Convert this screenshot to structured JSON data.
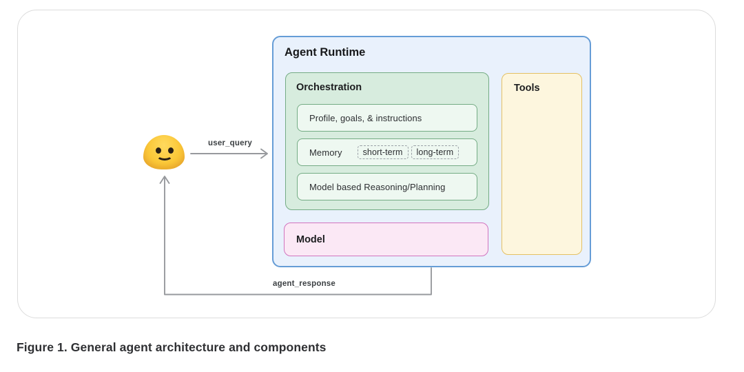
{
  "caption": "Figure 1. General agent architecture and components",
  "user": {
    "icon": "smiling-face-emoji"
  },
  "edges": {
    "user_query": "user_query",
    "agent_response": "agent_response"
  },
  "runtime": {
    "title": "Agent Runtime",
    "orchestration": {
      "title": "Orchestration",
      "profile_item": "Profile, goals, & instructions",
      "memory": {
        "label": "Memory",
        "chips": [
          "short-term",
          "long-term"
        ]
      },
      "reasoning_item": "Model based Reasoning/Planning"
    },
    "model": {
      "title": "Model"
    },
    "tools": {
      "title": "Tools"
    }
  },
  "colors": {
    "runtime_fill": "#e9f1fc",
    "runtime_border": "#659cd6",
    "orchestration_fill": "#d7ecde",
    "orchestration_border": "#74ab84",
    "orchestration_item_fill": "#eef8f1",
    "model_fill": "#fbe8f5",
    "model_border": "#d173be",
    "tools_fill": "#fdf6de",
    "tools_border": "#e4c062",
    "arrow_gray": "#97999d",
    "emoji_yellow": "#fbc838"
  }
}
